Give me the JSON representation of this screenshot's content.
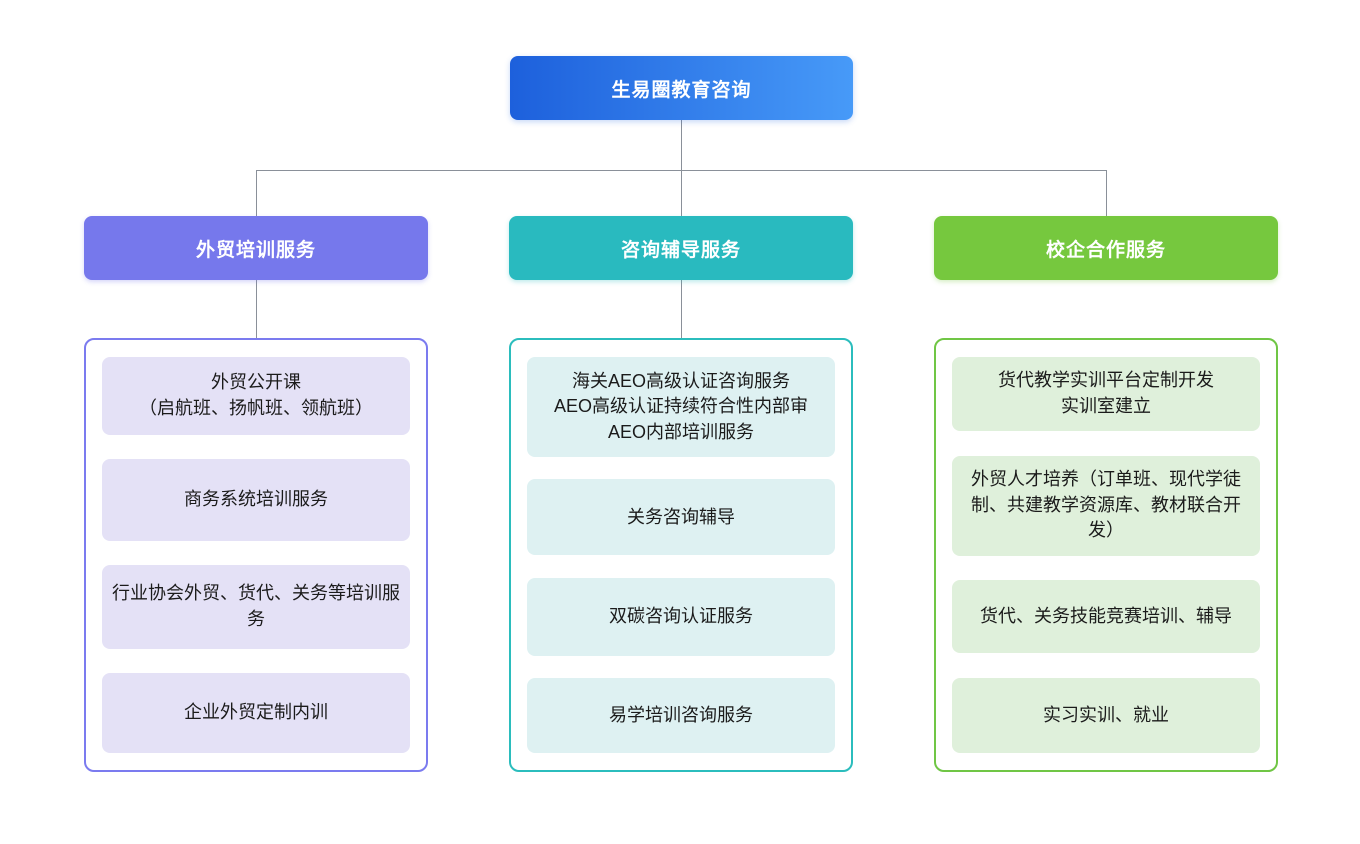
{
  "diagram": {
    "root": {
      "label": "生易圈教育咨询"
    },
    "branches": [
      {
        "label": "外贸培训服务",
        "items": [
          {
            "text": "外贸公开课\n（启航班、扬帆班、领航班）"
          },
          {
            "text": "商务系统培训服务"
          },
          {
            "text": "行业协会外贸、货代、关务等培训服务"
          },
          {
            "text": "企业外贸定制内训"
          }
        ]
      },
      {
        "label": "咨询辅导服务",
        "items": [
          {
            "text": "海关AEO高级认证咨询服务\nAEO高级认证持续符合性内部审\nAEO内部培训服务"
          },
          {
            "text": "关务咨询辅导"
          },
          {
            "text": "双碳咨询认证服务"
          },
          {
            "text": "易学培训咨询服务"
          }
        ]
      },
      {
        "label": "校企合作服务",
        "items": [
          {
            "text": "货代教学实训平台定制开发\n实训室建立"
          },
          {
            "text": "外贸人才培养（订单班、现代学徒制、共建教学资源库、教材联合开发）"
          },
          {
            "text": "货代、关务技能竞赛培训、辅导"
          },
          {
            "text": "实习实训、就业"
          }
        ]
      }
    ]
  },
  "colors": {
    "root_gradient_start": "#1D60DC",
    "root_gradient_end": "#479AF8",
    "branch1": "#7678EC",
    "branch1_border": "#7B7BEF",
    "branch1_light": "#E4E1F6",
    "branch2": "#29BABF",
    "branch2_border": "#2BBDBD",
    "branch2_light": "#DEF1F2",
    "branch3": "#76C83E",
    "branch3_border": "#70C645",
    "branch3_light": "#DFF0DB",
    "connector": "#8A9099"
  }
}
